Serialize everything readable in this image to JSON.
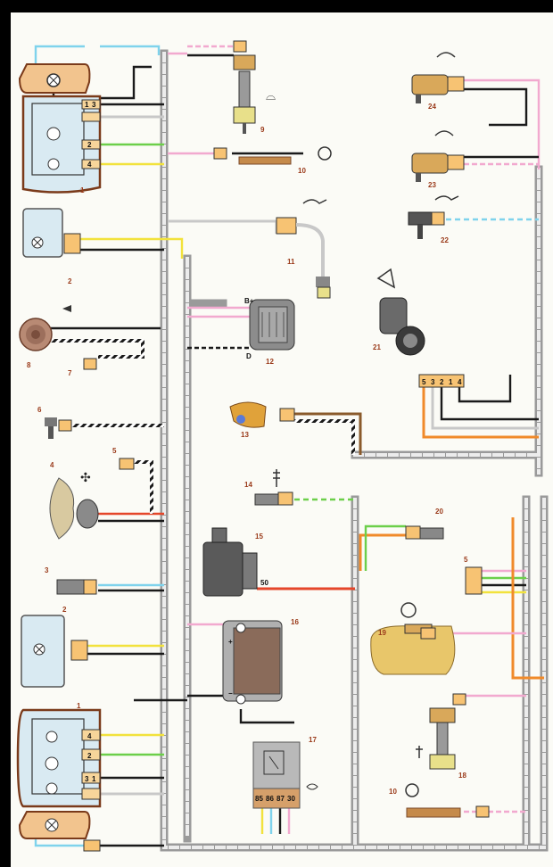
{
  "diagram": {
    "labels": {
      "c1_top": "1",
      "c1_bottom": "1",
      "c2_top": "2",
      "c2_bottom": "2",
      "c3": "3",
      "c4": "4",
      "c5_left": "5",
      "c5_right": "5",
      "c6": "6",
      "c7": "7",
      "c8": "8",
      "c9": "9",
      "c10_top": "10",
      "c10_bottom": "10",
      "c11": "11",
      "c12": "12",
      "c13": "13",
      "c14": "14",
      "c15": "15",
      "c16": "16",
      "c17": "17",
      "c18": "18",
      "c19": "19",
      "c20": "20",
      "c21": "21",
      "c22": "22",
      "c23": "23",
      "c24": "24"
    },
    "pins": {
      "lamp_top_1": "1",
      "lamp_top_3": "3",
      "lamp_top_2": "2",
      "lamp_top_4": "4",
      "lamp_bot_4": "4",
      "lamp_bot_2": "2",
      "lamp_bot_3": "3",
      "lamp_bot_1": "1",
      "wiper_5": "5",
      "wiper_3": "3",
      "wiper_2": "2",
      "wiper_1": "1",
      "wiper_4": "4",
      "gen_b": "B+",
      "gen_d": "D",
      "starter_50": "50",
      "relay_85": "85",
      "relay_86": "86",
      "relay_87": "87",
      "relay_30": "30",
      "battery_plus": "+",
      "battery_minus": "−"
    },
    "colors": {
      "harness": "#b4b4b4",
      "black": "#1a1a1a",
      "pink": "#f2a9cf",
      "blue": "#7fd3ec",
      "yellow": "#f2e23c",
      "green": "#6ccf4a",
      "orange": "#f08a2a",
      "red": "#e5462a",
      "brown": "#8a5a2b",
      "connector": "#f2b35a"
    }
  }
}
